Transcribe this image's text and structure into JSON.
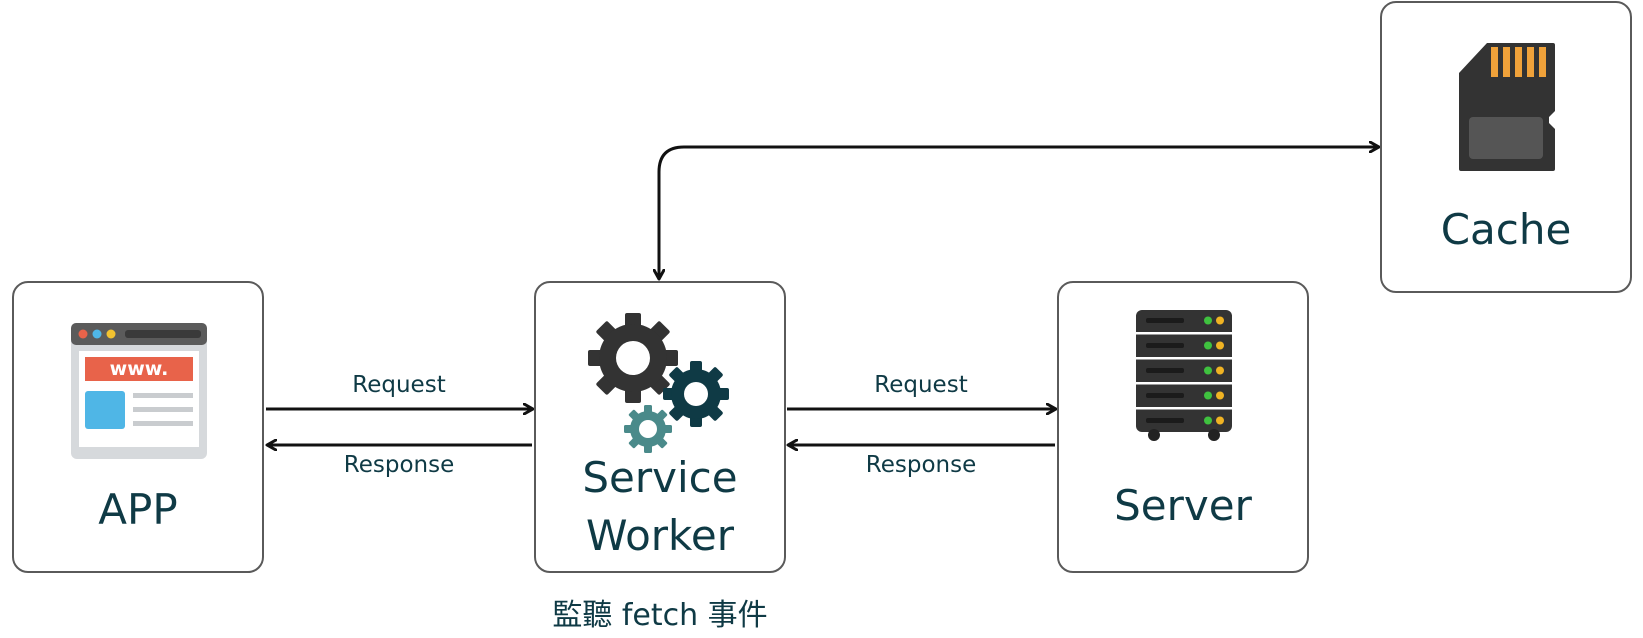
{
  "nodes": {
    "app": {
      "label": "APP",
      "icon": "browser-window-icon"
    },
    "service_worker": {
      "label_line1": "Service",
      "label_line2": "Worker",
      "icon": "gears-icon"
    },
    "server": {
      "label": "Server",
      "icon": "server-rack-icon"
    },
    "cache": {
      "label": "Cache",
      "icon": "sd-card-icon"
    }
  },
  "browser_icon_text": "www.",
  "edges": {
    "app_to_sw_request": "Request",
    "sw_to_app_response": "Response",
    "sw_to_server_request": "Request",
    "server_to_sw_response": "Response"
  },
  "caption": "監聽 fetch 事件",
  "colors": {
    "text": "#0f3a45",
    "border": "#5a5a5a",
    "dark": "#333333",
    "teal_dark": "#0f3a45",
    "teal_light": "#4a8a8a",
    "orange": "#f0a23a",
    "green": "#3fc23f",
    "red_banner": "#e8634a",
    "blue": "#4fb6e6"
  }
}
